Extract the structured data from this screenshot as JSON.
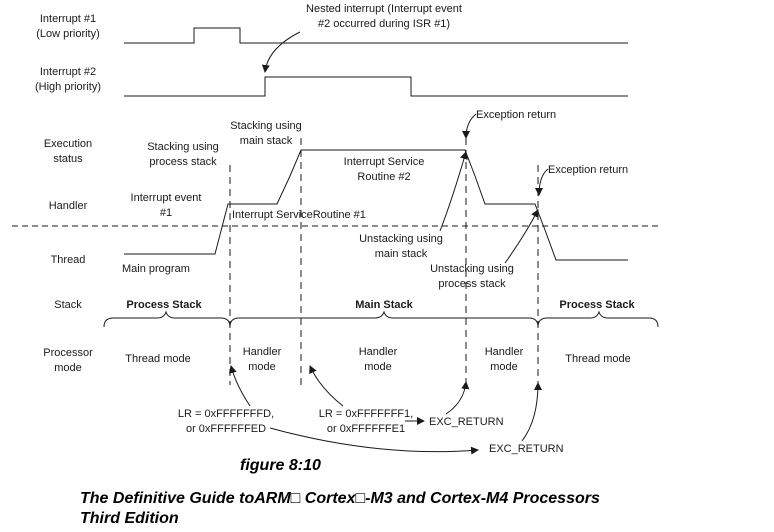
{
  "rows": {
    "int1": [
      "Interrupt #1",
      "(Low priority)"
    ],
    "int2": [
      "Interrupt #2",
      "(High priority)"
    ],
    "exec": [
      "Execution",
      "status"
    ],
    "handler": "Handler",
    "thread": "Thread",
    "stack": "Stack",
    "procmode": [
      "Processor",
      "mode"
    ]
  },
  "annotations": {
    "nested": [
      "Nested interrupt (Interrupt event",
      "#2 occurred during ISR #1)"
    ],
    "stacking_process": [
      "Stacking using",
      "process stack"
    ],
    "stacking_main": [
      "Stacking using",
      "main stack"
    ],
    "exc_return_1": "Exception return",
    "exc_return_2": "Exception return",
    "isr2": [
      "Interrupt Service",
      "Routine #2"
    ],
    "interrupt_event1": [
      "Interrupt event",
      "#1"
    ],
    "isr1": "Interrupt ServiceRoutine #1",
    "main_program": "Main program",
    "unstack_main": [
      "Unstacking using",
      "main stack"
    ],
    "unstack_process": [
      "Unstacking using",
      "process stack"
    ]
  },
  "stacks": {
    "process_left": "Process Stack",
    "main": "Main Stack",
    "process_right": "Process Stack"
  },
  "modes": {
    "thread_left": "Thread mode",
    "handler1": [
      "Handler",
      "mode"
    ],
    "handler2": [
      "Handler",
      "mode"
    ],
    "handler3": [
      "Handler",
      "mode"
    ],
    "thread_right": "Thread mode"
  },
  "lr": {
    "lr1": [
      "LR = 0xFFFFFFFD,",
      "or 0xFFFFFFED"
    ],
    "lr2": [
      "LR = 0xFFFFFFF1,",
      "or 0xFFFFFFE1"
    ],
    "exc_return_a": "EXC_RETURN",
    "exc_return_b": "EXC_RETURN"
  },
  "caption": "figure 8:10",
  "book_title": [
    "The Definitive Guide toARM□ Cortex□-M3 and Cortex-M4 Processors",
    "Third Edition"
  ]
}
